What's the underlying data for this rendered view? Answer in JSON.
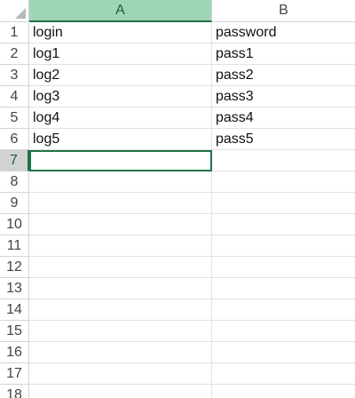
{
  "columns": {
    "a": "A",
    "b": "B"
  },
  "rows": [
    {
      "num": "1",
      "a": "login",
      "b": "password"
    },
    {
      "num": "2",
      "a": "log1",
      "b": "pass1"
    },
    {
      "num": "3",
      "a": "log2",
      "b": "pass2"
    },
    {
      "num": "4",
      "a": "log3",
      "b": "pass3"
    },
    {
      "num": "5",
      "a": "log4",
      "b": "pass4"
    },
    {
      "num": "6",
      "a": "log5",
      "b": "pass5"
    },
    {
      "num": "7",
      "a": "",
      "b": ""
    },
    {
      "num": "8",
      "a": "",
      "b": ""
    },
    {
      "num": "9",
      "a": "",
      "b": ""
    },
    {
      "num": "10",
      "a": "",
      "b": ""
    },
    {
      "num": "11",
      "a": "",
      "b": ""
    },
    {
      "num": "12",
      "a": "",
      "b": ""
    },
    {
      "num": "13",
      "a": "",
      "b": ""
    },
    {
      "num": "14",
      "a": "",
      "b": ""
    },
    {
      "num": "15",
      "a": "",
      "b": ""
    },
    {
      "num": "16",
      "a": "",
      "b": ""
    },
    {
      "num": "17",
      "a": "",
      "b": ""
    },
    {
      "num": "18",
      "a": "",
      "b": ""
    }
  ],
  "selection": {
    "column": "A",
    "row": "7"
  },
  "colors": {
    "accent": "#217346",
    "header_selected": "#9fd5b7",
    "grid": "#e1e1e1"
  }
}
